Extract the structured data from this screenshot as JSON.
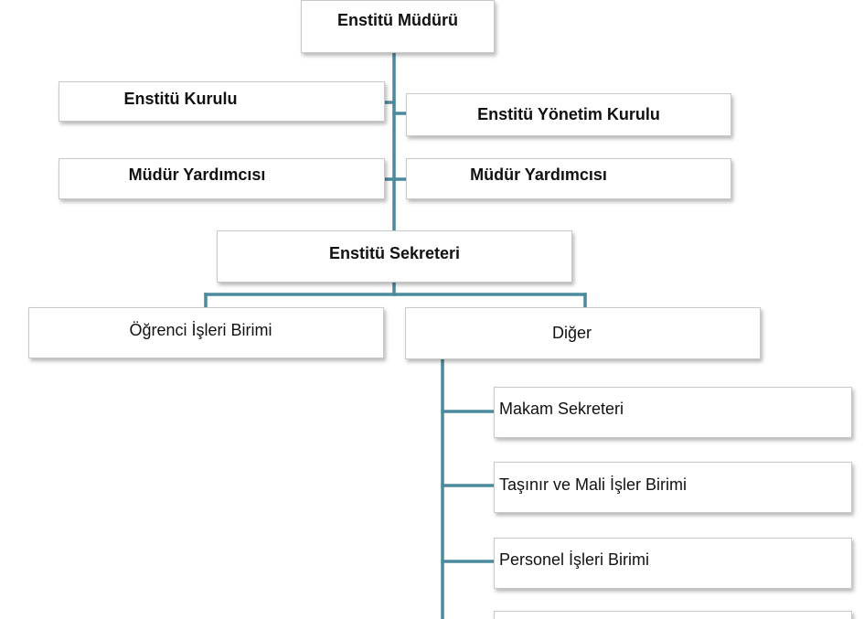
{
  "diagram": {
    "line_color": "#4a8a9c",
    "nodes": {
      "director": "Enstitü Müdürü",
      "institute_board": "Enstitü  Kurulu",
      "executive_board": "Enstitü Yönetim Kurulu",
      "vice_director_left": "Müdür Yardımcısı",
      "vice_director_right": "Müdür Yardımcısı",
      "secretary": "Enstitü Sekreteri",
      "student_affairs": "Öğrenci İşleri Birimi",
      "other": "Diğer",
      "office_secretary": "Makam Sekreteri",
      "movables_finance": "Taşınır ve Mali İşler Birimi",
      "personnel_affairs": "Personel İşleri Birimi",
      "unit_partial": ""
    }
  }
}
